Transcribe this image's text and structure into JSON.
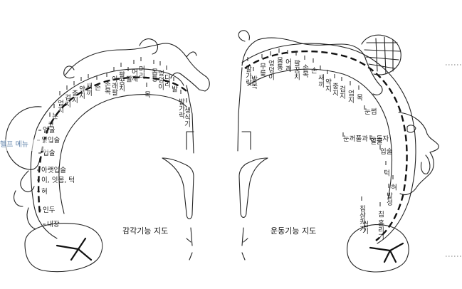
{
  "help_menu": "헬프 메뉴",
  "sensory": {
    "caption": "감각기능 지도",
    "labels": [
      "생식기",
      "발가락",
      "발",
      "다리",
      "엉덩이",
      "몸통",
      "목",
      "머리",
      "어깨",
      "팔",
      "팔꿈치",
      "아래팔",
      "손목",
      "손",
      "새끼",
      "약지",
      "중지",
      "검지",
      "엄지",
      "눈",
      "코",
      "얼굴",
      "윗입술",
      "입술",
      "아랫입술",
      "이, 잇몸, 턱",
      "혀",
      "인두",
      "내장"
    ]
  },
  "motor": {
    "caption": "운동기능 지도",
    "labels": [
      "발가락",
      "발목",
      "무릎",
      "엉덩이",
      "몸통",
      "어깨",
      "팔꿈치",
      "손목",
      "손",
      "새끼",
      "약지",
      "중지",
      "검지",
      "엄지",
      "목",
      "눈썹",
      "눈꺼풀과 눈동자",
      "얼굴",
      "입술",
      "턱",
      "혀",
      "침삼키기",
      "씹기",
      "침 흘리기",
      "발성"
    ]
  }
}
